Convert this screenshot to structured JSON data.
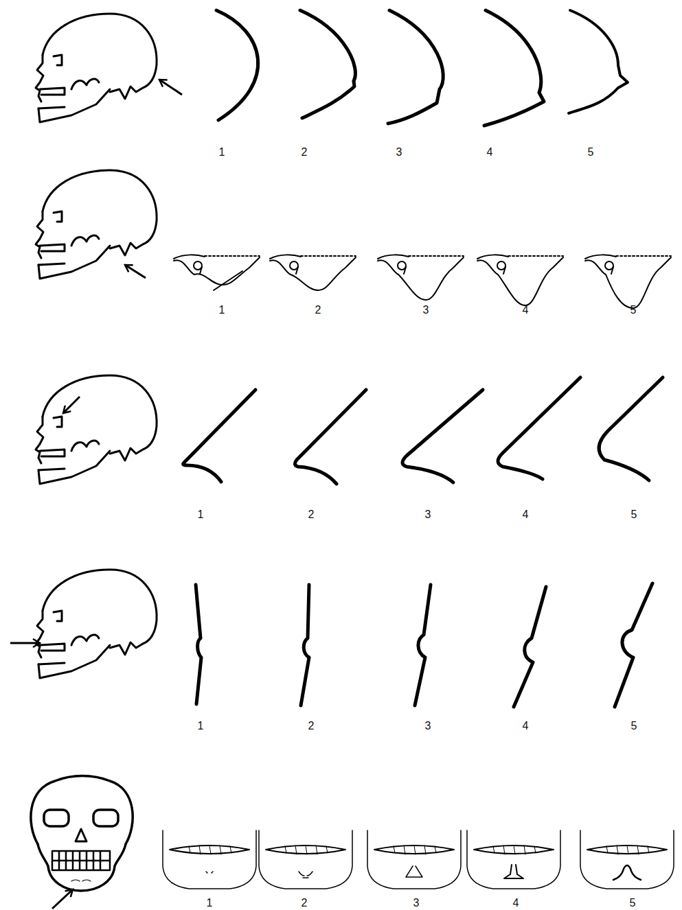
{
  "diagram": {
    "labels": [
      "1",
      "2",
      "3",
      "4",
      "5",
      "1",
      "2",
      "3",
      "4",
      "5",
      "1",
      "2",
      "3",
      "4",
      "5",
      "1",
      "2",
      "3",
      "4",
      "5",
      "1",
      "2",
      "3",
      "4",
      "5"
    ]
  }
}
